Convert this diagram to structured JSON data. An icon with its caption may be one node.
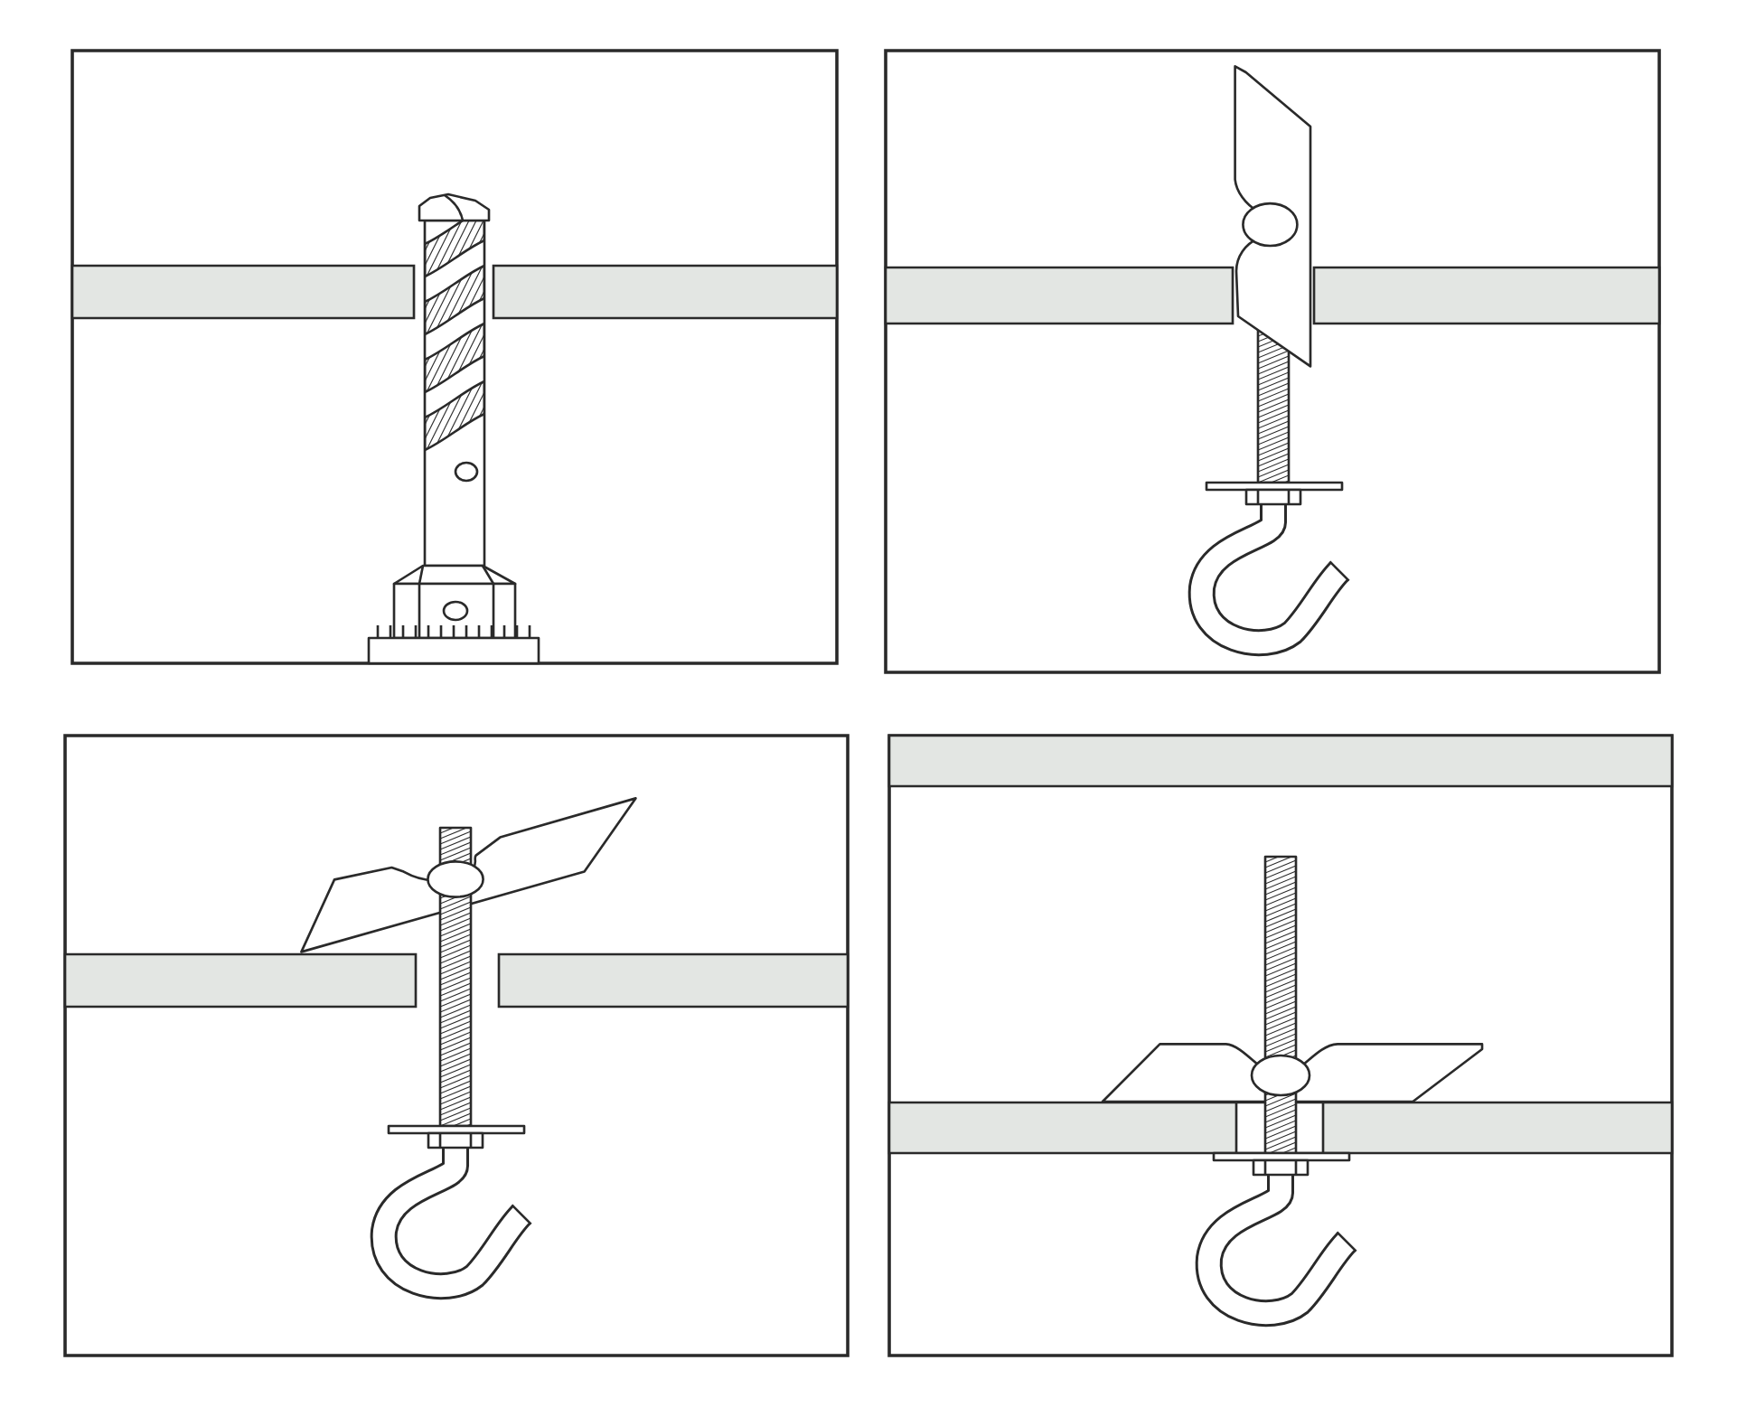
{
  "diagram": {
    "nodes": [
      {
        "text": [],
        "shape": "box"
      },
      {
        "text": [],
        "shape": "bar",
        "in": 0
      },
      {
        "text": [],
        "shape": "bar",
        "in": 0
      },
      {
        "text": [],
        "shape": "box"
      },
      {
        "text": [],
        "shape": "bar",
        "in": 3
      },
      {
        "text": [],
        "shape": "bar",
        "in": 3
      },
      {
        "text": [],
        "shape": "box"
      },
      {
        "text": [],
        "shape": "bar",
        "in": 6
      },
      {
        "text": [],
        "shape": "bar",
        "in": 6
      },
      {
        "text": [],
        "shape": "box"
      },
      {
        "text": [],
        "shape": "bar",
        "in": 9
      },
      {
        "text": [],
        "shape": "bar",
        "in": 9
      }
    ]
  }
}
